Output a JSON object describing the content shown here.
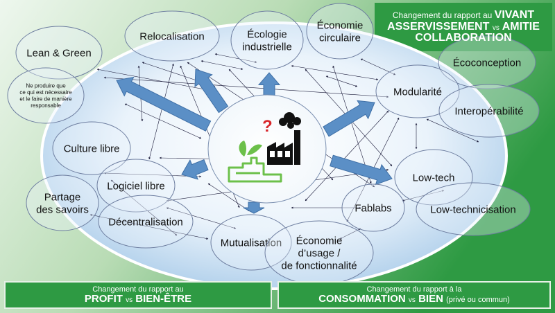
{
  "top_panel": {
    "line1_prefix": "Changement du rapport au",
    "line1_strong": "VIVANT",
    "line2_left": "ASSERVISSEMENT",
    "vs": "vs",
    "line2_right": "AMITIE",
    "line3": "COLLABORATION"
  },
  "bottom_left": {
    "line1": "Changement du rapport au",
    "left": "PROFIT",
    "vs": "vs",
    "right": "BIEN-ÊTRE"
  },
  "bottom_right": {
    "line1": "Changement du rapport à la",
    "left": "CONSOMMATION",
    "vs": "vs",
    "right": "BIEN",
    "note": "(privé ou commun)"
  },
  "center_question": "?",
  "nodes": [
    {
      "id": "relocalisation",
      "lines": [
        "Relocalisation"
      ]
    },
    {
      "id": "ecologie",
      "lines": [
        "Écologie",
        "industrielle"
      ]
    },
    {
      "id": "economie-circulaire",
      "lines": [
        "Économie",
        "circulaire"
      ]
    },
    {
      "id": "lean",
      "lines": [
        "Lean & Green"
      ]
    },
    {
      "id": "sobriete",
      "lines": [
        "Ne produire que",
        "ce qui est nécessaire",
        "et le faire de manière",
        "responsable"
      ]
    },
    {
      "id": "ecoconception",
      "lines": [
        "Écoconception"
      ]
    },
    {
      "id": "modularite",
      "lines": [
        "Modularité"
      ]
    },
    {
      "id": "interoperabilite",
      "lines": [
        "Interopérabilité"
      ]
    },
    {
      "id": "culture-libre",
      "lines": [
        "Culture libre"
      ]
    },
    {
      "id": "logiciel-libre",
      "lines": [
        "Logiciel libre"
      ]
    },
    {
      "id": "partage",
      "lines": [
        "Partage",
        "des savoirs"
      ]
    },
    {
      "id": "decentralisation",
      "lines": [
        "Décentralisation"
      ]
    },
    {
      "id": "mutualisation",
      "lines": [
        "Mutualisation"
      ]
    },
    {
      "id": "economie-usage",
      "lines": [
        "Économie",
        "d’usage /",
        "de fonctionnalité"
      ]
    },
    {
      "id": "fablabs",
      "lines": [
        "Fablabs"
      ]
    },
    {
      "id": "low-tech",
      "lines": [
        "Low-tech"
      ]
    },
    {
      "id": "low-technicisation",
      "lines": [
        "Low-technicisation"
      ]
    }
  ]
}
